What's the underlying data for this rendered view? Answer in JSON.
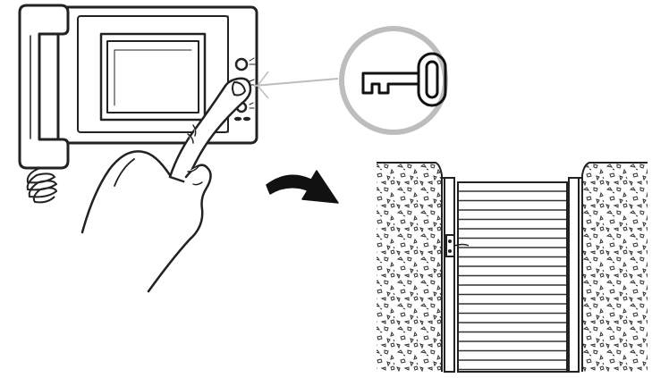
{
  "illustration": {
    "kind": "instruction-diagram",
    "steps": [
      {
        "name": "press-door-release-button-on-monitor",
        "icon": "hand-pressing-icon"
      },
      {
        "name": "release-key-symbol",
        "icon": "key-icon"
      },
      {
        "name": "arrow-to-gate",
        "icon": "curved-arrow-icon"
      },
      {
        "name": "gate-lock-opens",
        "icon": "gate-icon"
      }
    ],
    "colors": {
      "line": "#222222",
      "halo": "#bdbdbd",
      "background": "#ffffff",
      "arrow": "#111111"
    }
  }
}
